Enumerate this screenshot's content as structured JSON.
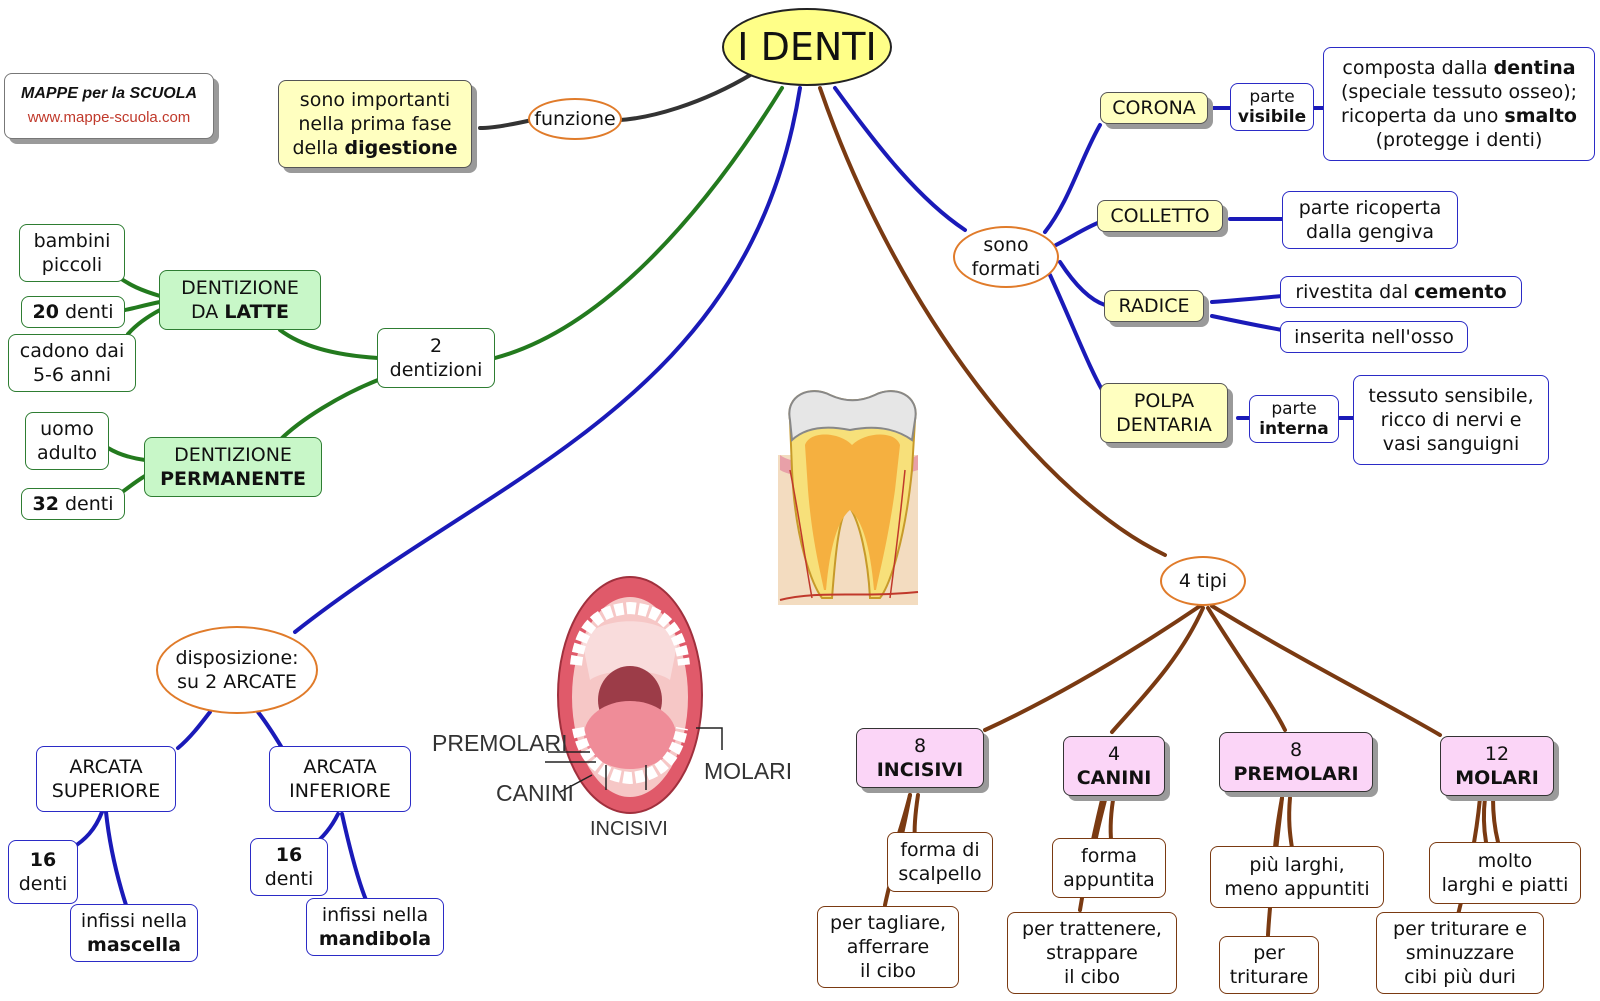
{
  "title": "I DENTI",
  "brand": {
    "line1": "MAPPE per la SCUOLA",
    "line2": "www.mappe-scuola.com"
  },
  "funzione": {
    "label": "funzione",
    "l1": "sono importanti",
    "l2": "nella prima fase",
    "l3a": "della ",
    "l3b": "digestione"
  },
  "dentizioni": {
    "hub_l1": "2",
    "hub_l2": "dentizioni",
    "latte": {
      "l1": "DENTIZIONE",
      "l2a": "DA ",
      "l2b": "LATTE",
      "who_l1": "bambini",
      "who_l2": "piccoli",
      "num": "20",
      "num_unit": " denti",
      "fall_l1": "cadono dai",
      "fall_l2": "5-6 anni"
    },
    "perm": {
      "l1": "DENTIZIONE",
      "l2": "PERMANENTE",
      "who_l1": "uomo",
      "who_l2": "adulto",
      "num": "32",
      "num_unit": " denti"
    }
  },
  "formati": {
    "hub_l1": "sono",
    "hub_l2": "formati",
    "corona": {
      "label": "CORONA",
      "tag_l1": "parte",
      "tag_l2": "visibile",
      "d1a": "composta dalla ",
      "d1b": "dentina",
      "d2": "(speciale tessuto osseo);",
      "d3a": "ricoperta da uno ",
      "d3b": "smalto",
      "d4": "(protegge i denti)"
    },
    "colletto": {
      "label": "COLLETTO",
      "d1": "parte ricoperta",
      "d2": "dalla gengiva"
    },
    "radice": {
      "label": "RADICE",
      "d1a": "rivestita dal ",
      "d1b": "cemento",
      "d2": "inserita nell'osso"
    },
    "polpa": {
      "l1": "POLPA",
      "l2": "DENTARIA",
      "tag_l1": "parte",
      "tag_l2": "interna",
      "d1": "tessuto sensibile,",
      "d2": "ricco di nervi e",
      "d3": "vasi sanguigni"
    }
  },
  "disposizione": {
    "hub_l1": "disposizione:",
    "hub_l2": "su 2 ARCATE",
    "sup": {
      "l1": "ARCATA",
      "l2": "SUPERIORE",
      "num": "16",
      "unit": "denti",
      "inf_l1": "infissi nella",
      "inf_l2": "mascella"
    },
    "inf": {
      "l1": "ARCATA",
      "l2": "INFERIORE",
      "num": "16",
      "unit": "denti",
      "inf_l1": "infissi nella",
      "inf_l2": "mandibola"
    }
  },
  "tipi": {
    "hub": "4 tipi",
    "incisivi": {
      "num": "8",
      "name": "INCISIVI",
      "f1": "forma di",
      "f2": "scalpello",
      "u1": "per tagliare,",
      "u2": "afferrare",
      "u3": "il cibo"
    },
    "canini": {
      "num": "4",
      "name": "CANINI",
      "f1": "forma",
      "f2": "appuntita",
      "u1": "per trattenere,",
      "u2": "strappare",
      "u3": "il cibo"
    },
    "premolari": {
      "num": "8",
      "name": "PREMOLARI",
      "f1": "più larghi,",
      "f2": "meno appuntiti",
      "u1": "per",
      "u2": "triturare"
    },
    "molari": {
      "num": "12",
      "name": "MOLARI",
      "f1": "molto",
      "f2": "larghi e piatti",
      "u1": "per triturare e",
      "u2": "sminuzzare",
      "u3": "cibi più duri"
    }
  },
  "mouth_labels": {
    "premolari": "PREMOLARI",
    "canini": "CANINI",
    "incisivi": "INCISIVI",
    "molari": "MOLARI"
  },
  "colors": {
    "green": "#2e7d32",
    "blue": "#2b2bc6",
    "brown": "#7a3a12",
    "orange": "#e07b2a",
    "yellow": "#ffffc0",
    "pink": "#fbd5f7"
  }
}
